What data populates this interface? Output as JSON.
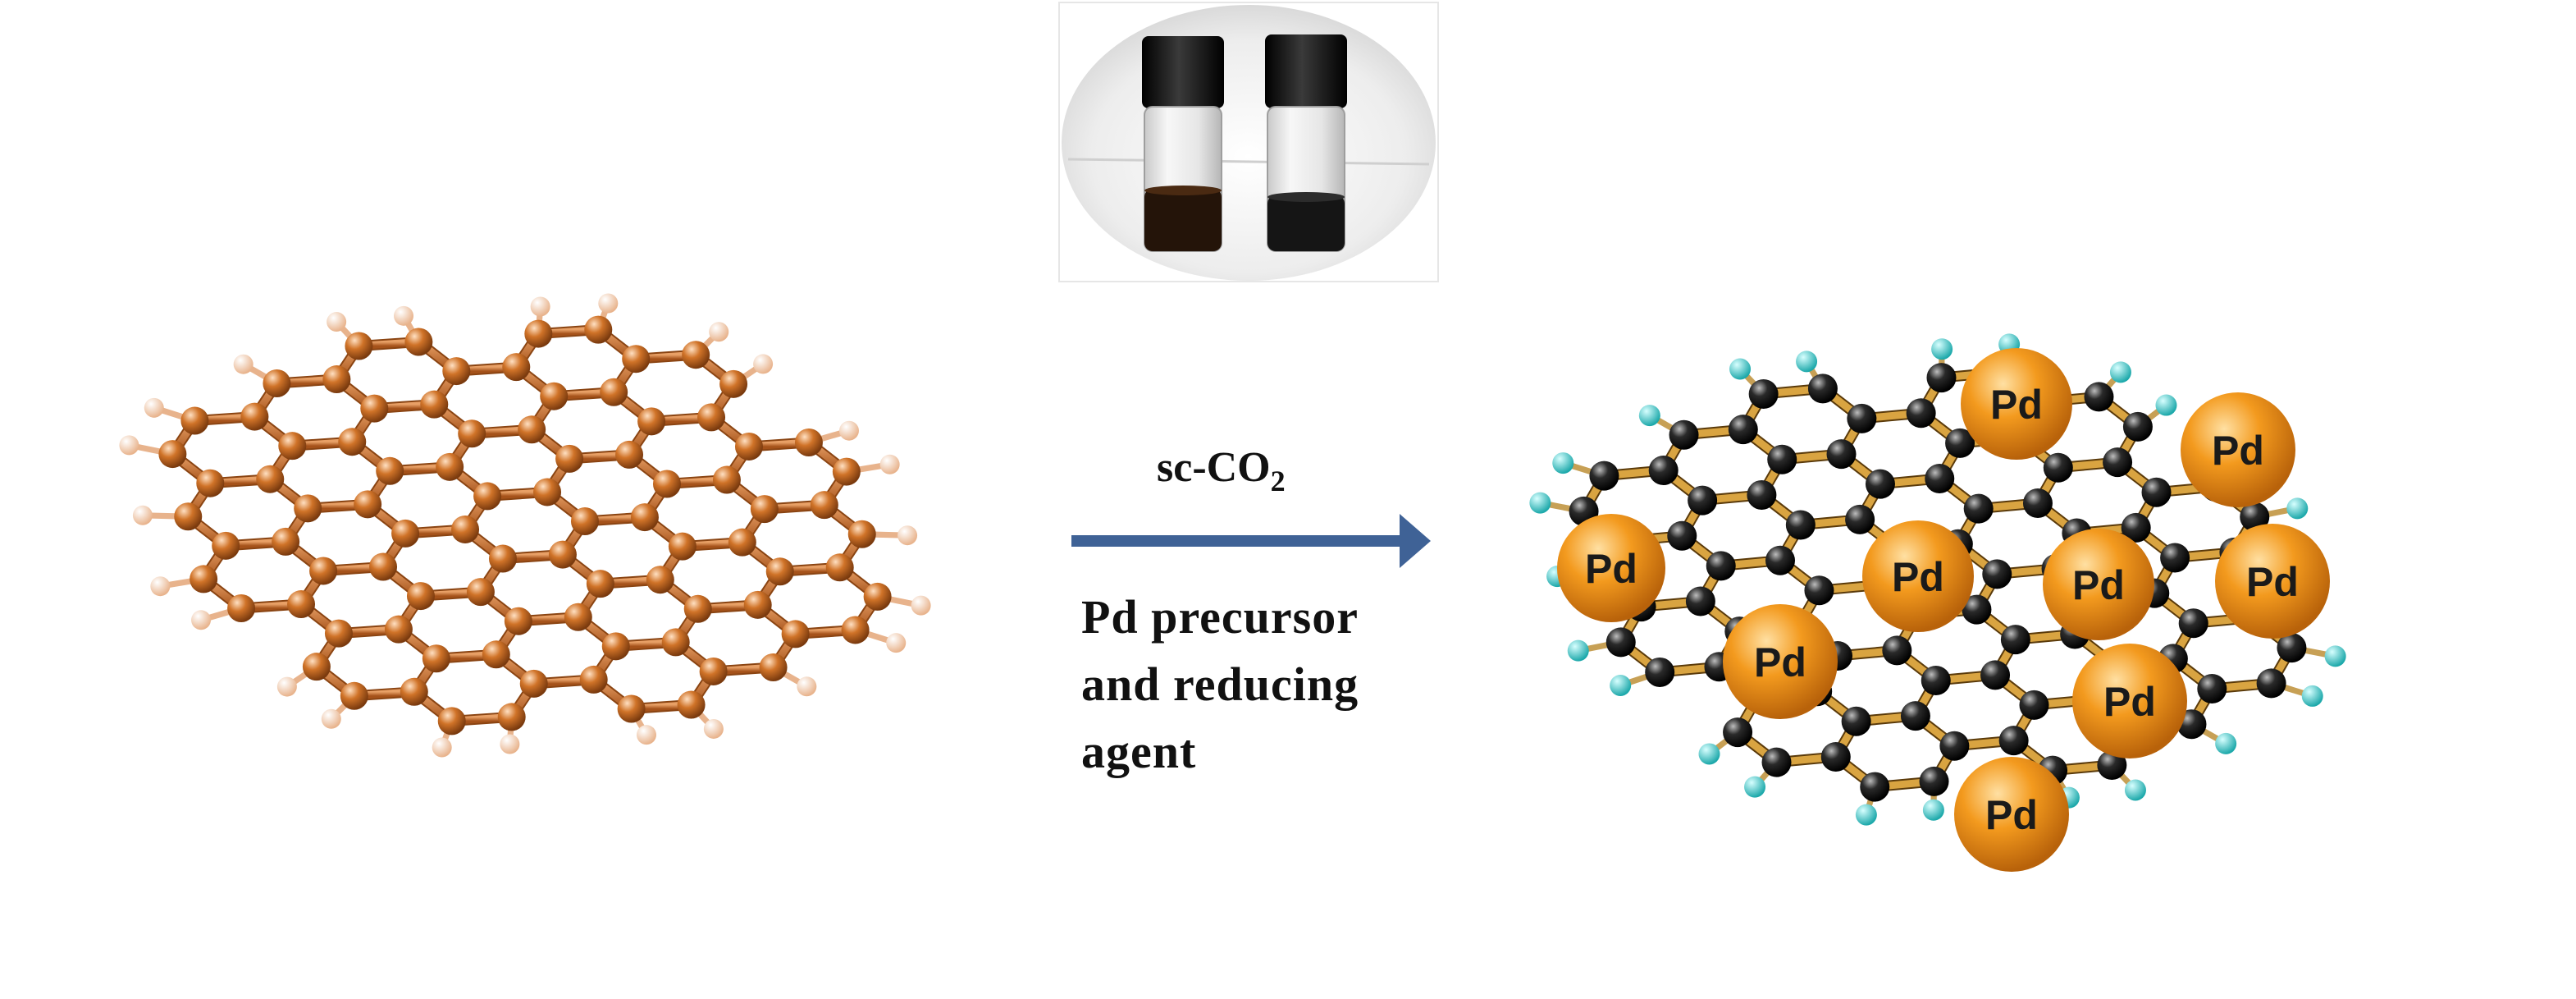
{
  "reaction": {
    "reagent_main": "sc-CO",
    "reagent_subscript": "2",
    "conditions_line1": "Pd precursor",
    "conditions_line2": "and reducing",
    "conditions_line3": "agent"
  },
  "nanoparticle_label": "Pd",
  "nanoparticle_count": 9,
  "colors": {
    "graphene_bond": "#c86a2a",
    "graphene_atom": "#d07328",
    "graphene_hydrogen": "#f2c8a8",
    "pd_graphene_carbon": "#1a1a1a",
    "pd_graphene_bond": "#d9a441",
    "pd_graphene_hydrogen": "#35c4c4",
    "pd_particle": "#f39a1e",
    "arrow": "#3f6296",
    "vial_cap": "#111111",
    "vial_liquid": "#1c1410"
  }
}
